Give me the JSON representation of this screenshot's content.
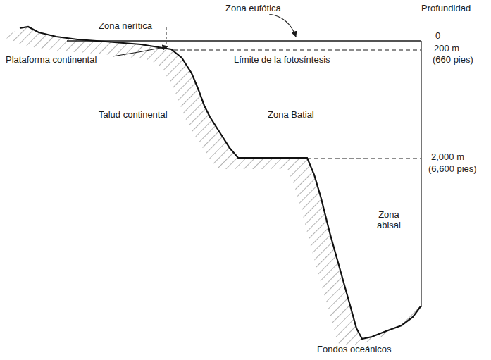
{
  "diagram": {
    "labels": [
      "Zona nerítica",
      "Zona eufótica",
      "Profundidad",
      "0",
      "Plataforma continental",
      "200 m",
      "(660 pies)",
      "Límite de la fotosíntesis",
      "Talud continental",
      "Zona Batial",
      "2,000 m",
      "(6,600 pies)",
      "Zona abisal",
      "Fondos oceánicos"
    ]
  }
}
